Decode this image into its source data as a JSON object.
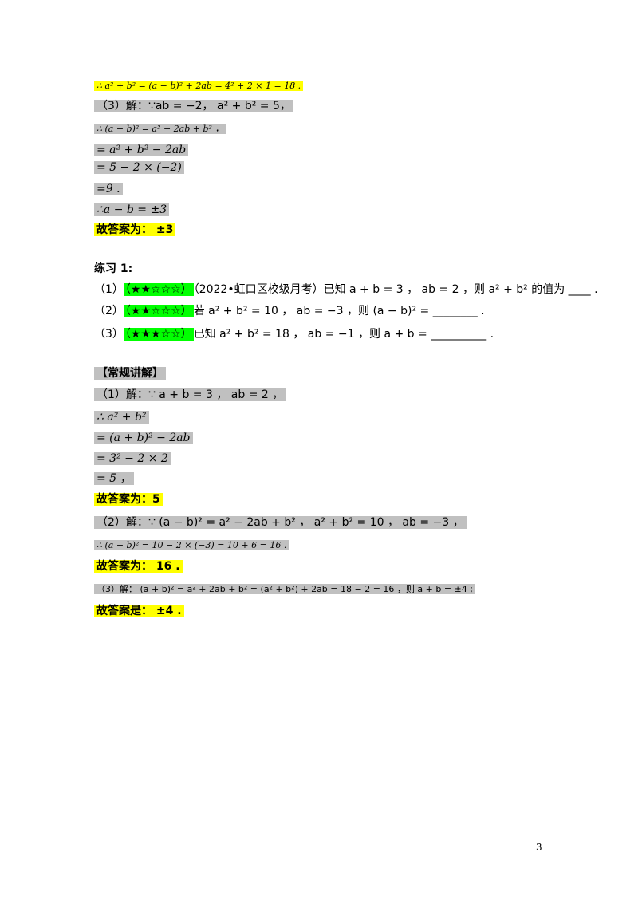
{
  "lines": {
    "l1": "∴ a² + b² = (a − b)² + 2ab = 4² + 2 × 1 = 18 .",
    "l2": "（3）解：∵ab = −2， a² + b² = 5，",
    "l3": "∴ (a − b)² = a² − 2ab + b² ，",
    "l4": "= a² + b² − 2ab",
    "l5": "= 5 − 2 × (−2)",
    "l6": "=9 .",
    "l7": "∴a − b = ±3",
    "l8": "故答案为： ±3",
    "l9": "练习 1:",
    "q1_num": "（1）",
    "q1_stars": "（★★☆☆☆）",
    "q1_text": "（2022•虹口区校级月考）已知 a + b = 3 ， ab = 2 ，则 a² + b² 的值为 ____ .",
    "q2_num": "（2）",
    "q2_stars": "（★★☆☆☆）",
    "q2_text": "若 a² + b² = 10 ， ab = −3 ，则 (a − b)² = ________ .",
    "q3_num": "（3）",
    "q3_stars": "（★★★☆☆）",
    "q3_text": "已知 a² + b² = 18 ， ab = −1 ，则 a + b = __________ .",
    "l13": "【常规讲解】",
    "l14": "（1）解：∵ a + b = 3 ， ab = 2 ，",
    "l15": "∴ a² + b²",
    "l16": "= (a + b)² − 2ab",
    "l17": "= 3² − 2 × 2",
    "l18": "= 5 ，",
    "l19": "故答案为：5",
    "l20": "（2）解：∵ (a − b)² = a² − 2ab + b² ， a² + b² = 10 ， ab = −3 ，",
    "l21": "∴ (a − b)² = 10 − 2 × (−3) = 10 + 6 = 16 .",
    "l22": "故答案为： 16 .",
    "l23": "（3）解： (a + b)² = a² + 2ab + b² = (a² + b²) + 2ab = 18 − 2 = 16 ，则 a + b = ±4 ;",
    "l24": "故答案是： ±4 ."
  },
  "page_number": "3",
  "colors": {
    "yellow": "#ffff00",
    "gray": "#c0c0c0",
    "green": "#00ff00"
  }
}
